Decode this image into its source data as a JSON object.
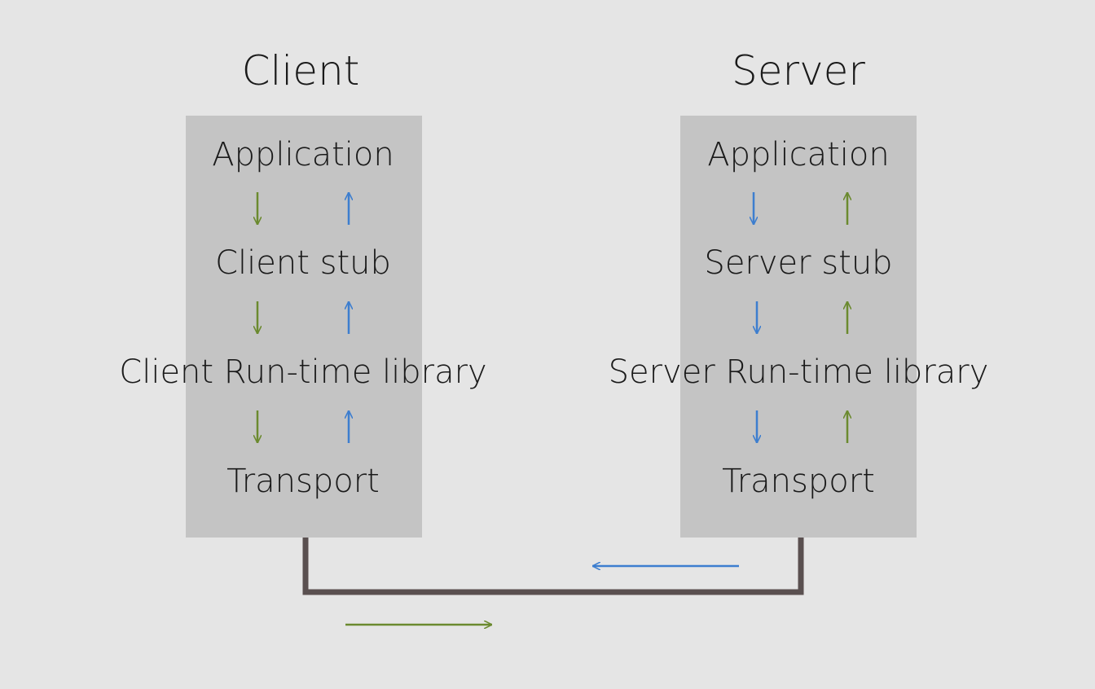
{
  "client": {
    "title": "Client",
    "layers": [
      "Application",
      "Client stub",
      "Client Run-time library",
      "Transport"
    ]
  },
  "server": {
    "title": "Server",
    "layers": [
      "Application",
      "Server stub",
      "Server Run-time library",
      "Transport"
    ]
  },
  "colors": {
    "request": "#6b8a2f",
    "response": "#3d7ecf",
    "wire": "#5a5050",
    "box": "#c4c4c4",
    "background": "#e5e5e5"
  }
}
